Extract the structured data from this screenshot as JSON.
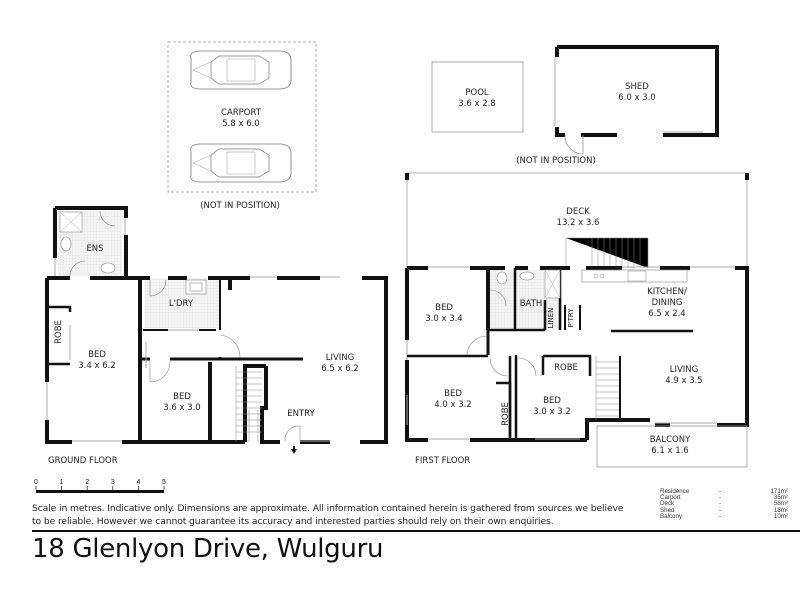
{
  "title": "18 Glenlyon Drive, Wulguru",
  "disclaimer": "Scale in metres. Indicative only. Dimensions are approximate. All information contained herein is gathered from sources we believe to be reliable. However we cannot guarantee its accuracy and interested parties should rely on their own enquiries.",
  "outbuildings": {
    "carport": {
      "name": "CARPORT",
      "dims": "5.8 x 6.0",
      "note": "(NOT IN POSITION)"
    },
    "pool": {
      "name": "POOL",
      "dims": "3.6 x 2.8"
    },
    "shed": {
      "name": "SHED",
      "dims": "6.0 x 3.0",
      "note": "(NOT IN POSITION)"
    }
  },
  "ground_floor": {
    "label": "GROUND FLOOR",
    "rooms": {
      "ens": {
        "name": "ENS"
      },
      "laundry": {
        "name": "L'DRY"
      },
      "robe": {
        "name": "ROBE"
      },
      "bed1": {
        "name": "BED",
        "dims": "3.4 x 6.2"
      },
      "bed2": {
        "name": "BED",
        "dims": "3.6 x 3.0"
      },
      "living": {
        "name": "LIVING",
        "dims": "6.5 x 6.2"
      },
      "entry": {
        "name": "ENTRY"
      }
    }
  },
  "first_floor": {
    "label": "FIRST FLOOR",
    "rooms": {
      "deck": {
        "name": "DECK",
        "dims": "13.2 x 3.6"
      },
      "bed1": {
        "name": "BED",
        "dims": "3.0 x 3.4"
      },
      "bath": {
        "name": "BATH"
      },
      "linen": {
        "name": "LINEN"
      },
      "pantry": {
        "name": "P'TRY"
      },
      "kitchen": {
        "name": "KITCHEN/",
        "name2": "DINING",
        "dims": "6.5 x 2.4"
      },
      "bed2": {
        "name": "BED",
        "dims": "4.0 x 3.2"
      },
      "robe1": {
        "name": "ROBE"
      },
      "bed3": {
        "name": "BED",
        "dims": "3.0 x 3.2"
      },
      "robe2": {
        "name": "ROBE"
      },
      "living": {
        "name": "LIVING",
        "dims": "4.9 x 3.5"
      },
      "balcony": {
        "name": "BALCONY",
        "dims": "6.1 x 1.6"
      }
    }
  },
  "scale": {
    "unit": "metres",
    "ticks": [
      "0",
      "1",
      "2",
      "3",
      "4",
      "5"
    ]
  },
  "areas": [
    {
      "name": "Residence",
      "sep": "-",
      "value": "171m²"
    },
    {
      "name": "Carport",
      "sep": "-",
      "value": "35m²"
    },
    {
      "name": "Deck",
      "sep": "-",
      "value": "58m²"
    },
    {
      "name": "Shed",
      "sep": "-",
      "value": "18m²"
    },
    {
      "name": "Balcony",
      "sep": "-",
      "value": "10m²"
    }
  ]
}
